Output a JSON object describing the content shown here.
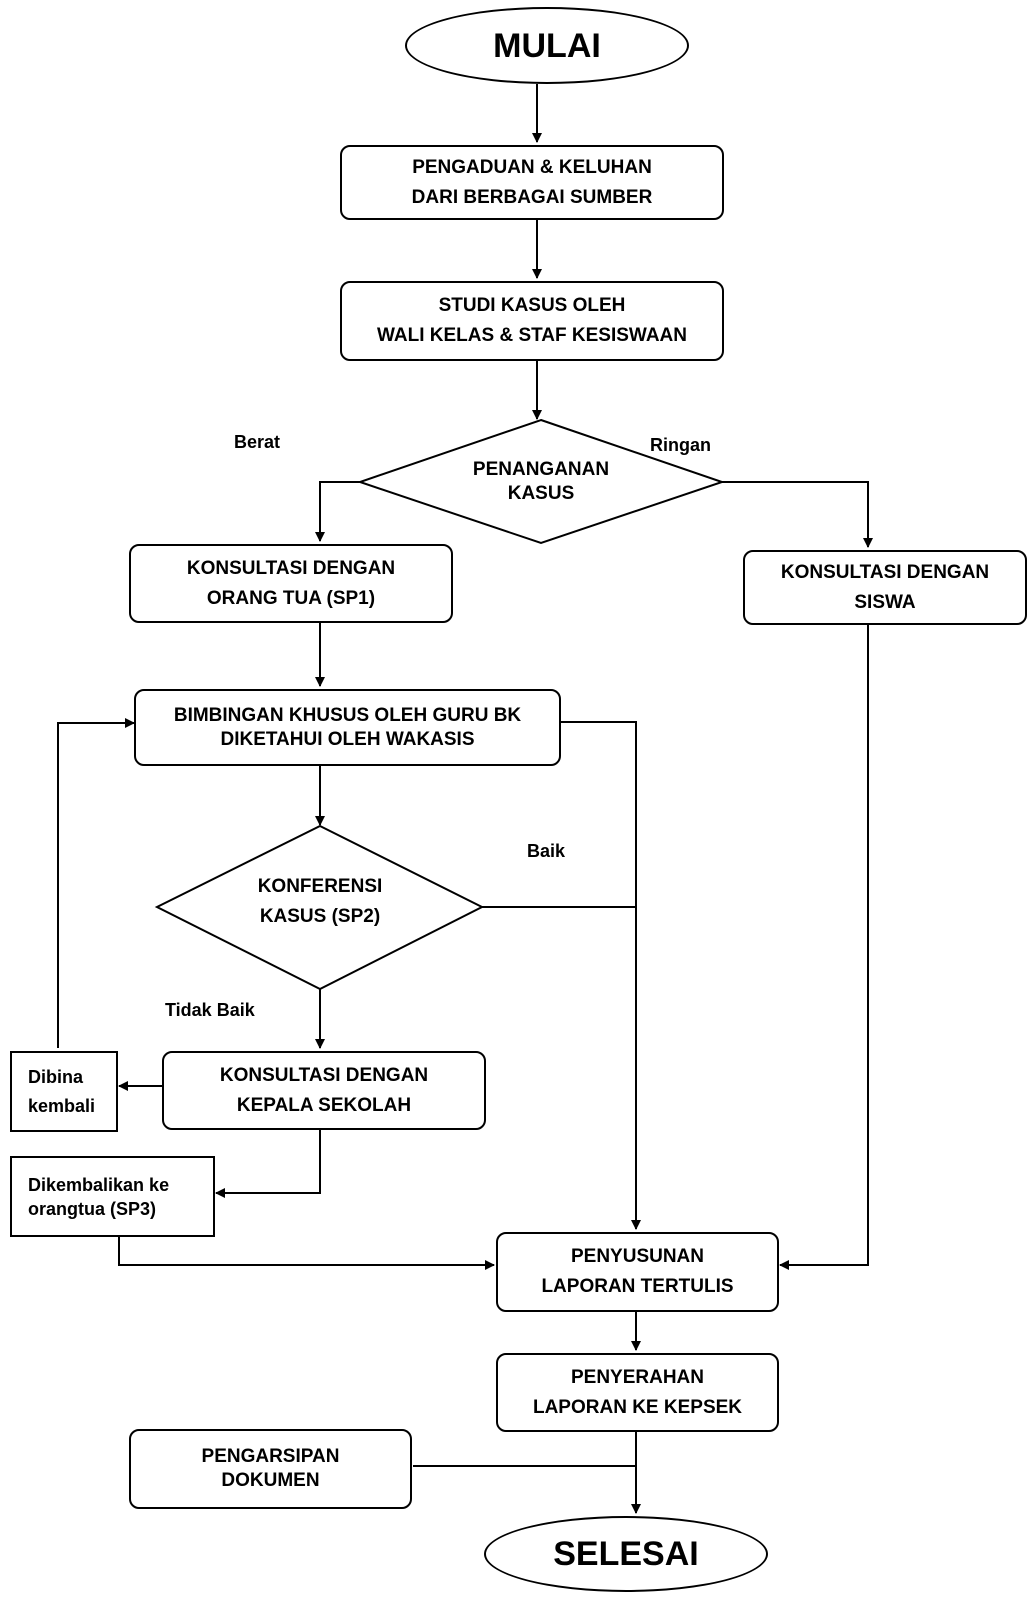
{
  "nodes": {
    "start": "MULAI",
    "complaints": [
      "PENGADUAN & KELUHAN",
      "DARI BERBAGAI SUMBER"
    ],
    "case_study": [
      "STUDI KASUS OLEH",
      "WALI KELAS & STAF KESISWAAN"
    ],
    "case_handling": [
      "PENANGANAN",
      "KASUS"
    ],
    "parent_consult": [
      "KONSULTASI DENGAN",
      "ORANG TUA (SP1)"
    ],
    "student_consult": [
      "KONSULTASI DENGAN",
      "SISWA"
    ],
    "counseling": [
      "BIMBINGAN KHUSUS OLEH GURU  BK",
      "DIKETAHUI OLEH WAKASIS"
    ],
    "case_conference": [
      "KONFERENSI",
      "KASUS (SP2)"
    ],
    "principal_consult": [
      "KONSULTASI DENGAN",
      "KEPALA SEKOLAH"
    ],
    "retrain": [
      "Dibina",
      "kembali"
    ],
    "returned": [
      "Dikembalikan ke",
      "orangtua (SP3)"
    ],
    "report": [
      "PENYUSUNAN",
      "LAPORAN TERTULIS"
    ],
    "handover": [
      "PENYERAHAN",
      "LAPORAN KE KEPSEK"
    ],
    "archive": [
      "PENGARSIPAN",
      "DOKUMEN"
    ],
    "end": "SELESAI"
  },
  "labels": {
    "berat": "Berat",
    "ringan": "Ringan",
    "baik": "Baik",
    "tidak_baik": "Tidak Baik"
  }
}
